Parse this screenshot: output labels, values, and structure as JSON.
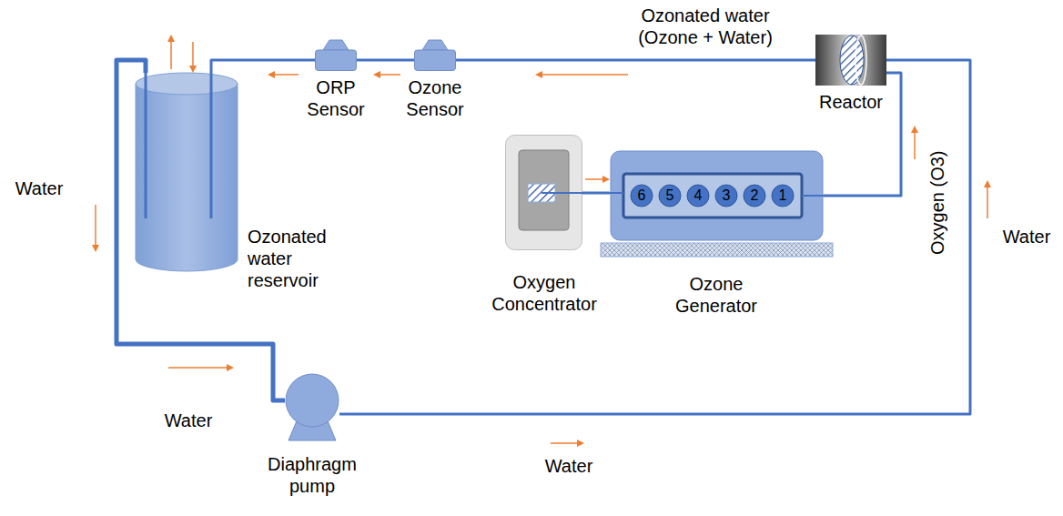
{
  "diagram": {
    "nodes": [
      {
        "text": [
          "ORP Sensor"
        ]
      },
      {
        "text": [
          "Ozone Sensor"
        ]
      },
      {
        "text": [
          "Reactor"
        ]
      },
      {
        "text": [
          "Ozonated water reservoir"
        ]
      },
      {
        "text": [
          "Oxygen Concentrator"
        ]
      },
      {
        "text": [
          "Ozone Generator"
        ]
      },
      {
        "text": [
          "6"
        ],
        "in": 5
      },
      {
        "text": [
          "5"
        ],
        "in": 5
      },
      {
        "text": [
          "4"
        ],
        "in": 5
      },
      {
        "text": [
          "3"
        ],
        "in": 5
      },
      {
        "text": [
          "2"
        ],
        "in": 5
      },
      {
        "text": [
          "1"
        ],
        "in": 5
      },
      {
        "text": [
          "Diaphragm pump"
        ]
      }
    ],
    "edges": [
      {
        "from": 12,
        "to": 2,
        "arrow": "none"
      },
      {
        "from": 2,
        "to": 1,
        "arrow": "none"
      },
      {
        "from": 1,
        "to": 0,
        "arrow": "none"
      },
      {
        "from": 0,
        "to": 3,
        "arrow": "none"
      },
      {
        "from": 3,
        "to": 12,
        "arrow": "none"
      },
      {
        "from": 4,
        "to": 5,
        "arrow": "none"
      },
      {
        "from": 5,
        "to": 2,
        "arrow": "none"
      }
    ],
    "labels": [
      "Ozonated water (Ozone + Water)",
      "Water",
      "Oxygen (O3)",
      "Water",
      "Water",
      "Water"
    ]
  }
}
